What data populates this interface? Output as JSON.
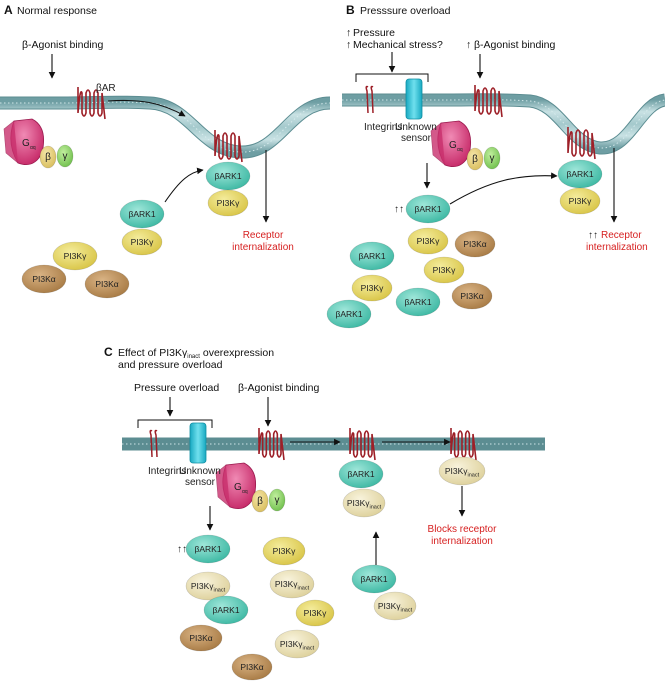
{
  "panels": {
    "a": {
      "letter": "A",
      "title": "Normal response",
      "agonist": "β-Agonist binding",
      "receptor": "βAR",
      "g_label": "G",
      "g_sub": "αq",
      "beta": "β",
      "gamma": "γ",
      "bark": "βARK1",
      "pi3kg": "PI3Kγ",
      "pi3ka": "PI3Kα",
      "internalization": [
        "Receptor",
        "internalization"
      ]
    },
    "b": {
      "letter": "B",
      "title": "Presssure overload",
      "pressure": "Pressure",
      "stress": "Mechanical stress?",
      "agonist": "β-Agonist binding",
      "integrins": "Integrins",
      "sensor": [
        "Unknown",
        "sensor"
      ],
      "internalization": [
        "Receptor",
        "internalization"
      ],
      "up_arrow": "↑",
      "double_up": "↑↑"
    },
    "c": {
      "letter": "C",
      "title_pre": "Effect of PI3Kγ",
      "title_sub": "inact",
      "title_post": " overexpression",
      "title_line2": "and pressure overload",
      "pressure_overload": "Pressure overload",
      "agonist": "β-Agonist binding",
      "integrins": "Integrins",
      "sensor": [
        "Unknown",
        "sensor"
      ],
      "inact_sub": "inact",
      "blocks": [
        "Blocks receptor",
        "internalization"
      ]
    }
  },
  "colors": {
    "membrane": "#a9cdd0",
    "membrane_dark": "#6e9ea3",
    "receptor": "#b0242b",
    "galpha": "#d63a7d",
    "beta": "#e7d07c",
    "gamma": "#8fd26b",
    "bark": "#4fc8b4",
    "pi3kg": "#e3d25a",
    "pi3ka": "#b88c55",
    "pi3kg_inact": "#ece3b6",
    "sensor": "#2bc3d8",
    "text_red": "#d61f1f"
  }
}
